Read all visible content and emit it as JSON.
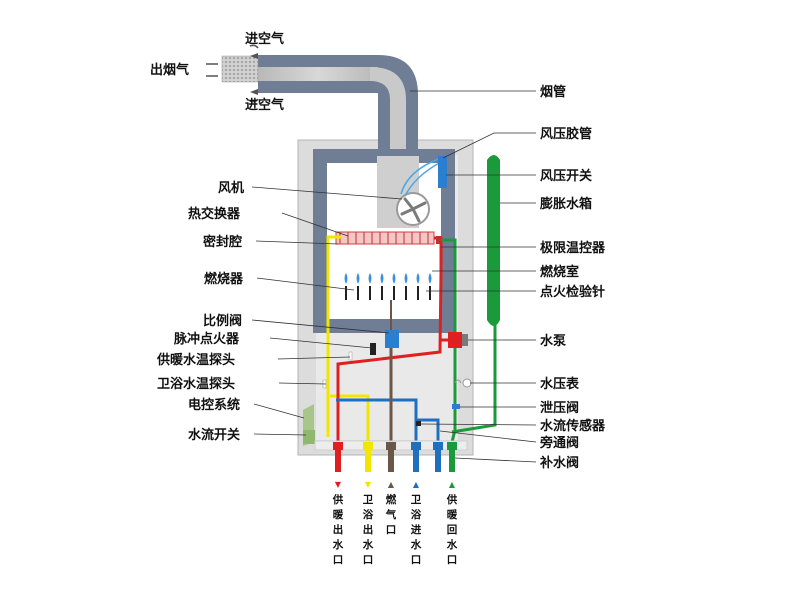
{
  "flue": {
    "air_in_top": "进空气",
    "air_in_bottom": "进空气",
    "exhaust": "出烟气"
  },
  "left_labels": {
    "fan": "风机",
    "heat_exchanger": "热交换器",
    "sealed_chamber": "密封腔",
    "burner": "燃烧器",
    "proportional_valve": "比例阀",
    "pulse_igniter": "脉冲点火器",
    "heating_temp_probe": "供暖水温探头",
    "bath_temp_probe": "卫浴水温探头",
    "control_system": "电控系统",
    "flow_switch": "水流开关"
  },
  "right_labels": {
    "flue_pipe": "烟管",
    "pressure_tube": "风压胶管",
    "pressure_switch": "风压开关",
    "expansion_tank": "膨胀水箱",
    "limit_thermostat": "极限温控器",
    "combustion_chamber": "燃烧室",
    "ignition_probe": "点火检验针",
    "water_pump": "水泵",
    "pressure_gauge": "水压表",
    "relief_valve": "泄压阀",
    "flow_sensor": "水流传感器",
    "bypass_valve": "旁通阀",
    "makeup_valve": "补水阀"
  },
  "bottom_ports": [
    {
      "label": "供暖出水口",
      "color": "#e02020",
      "arrow": "▼"
    },
    {
      "label": "卫浴出水口",
      "color": "#f2e600",
      "arrow": "▼"
    },
    {
      "label": "燃气口",
      "color": "#6b5648",
      "arrow": "▲"
    },
    {
      "label": "卫浴进水口",
      "color": "#1f6fc0",
      "arrow": "▲"
    },
    {
      "label": "供暖回水口",
      "color": "#1a9a3a",
      "arrow": "▲"
    }
  ],
  "colors": {
    "heating_supply": "#e02020",
    "bath_out": "#f2e600",
    "gas": "#6b5648",
    "cold_in": "#1f6fc0",
    "heating_return": "#1a9a3a",
    "flue": "#6f7d95",
    "casing": "#d9d9d9"
  }
}
